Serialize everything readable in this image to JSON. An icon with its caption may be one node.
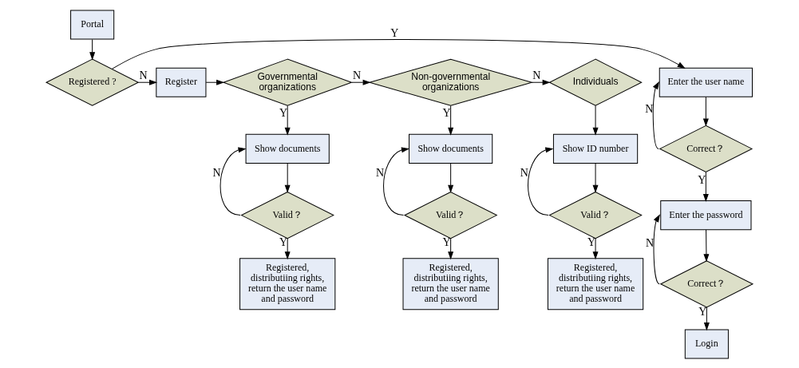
{
  "diagram": {
    "nodes": [
      {
        "text": [
          "Portal"
        ]
      },
      {
        "text": [
          "Registered ?"
        ]
      },
      {
        "text": [
          "Enter the user name"
        ]
      },
      {
        "text": [
          "Correct？"
        ]
      },
      {
        "text": [
          "Enter the password"
        ]
      },
      {
        "text": [
          "Correct？"
        ]
      },
      {
        "text": [
          "Login"
        ]
      },
      {
        "text": [
          "Register"
        ]
      },
      {
        "text": [
          "Governmental organizations"
        ]
      },
      {
        "text": [
          "Non-governmental organizations"
        ]
      },
      {
        "text": [
          "Individuals"
        ]
      },
      {
        "text": [
          "Show documents"
        ]
      },
      {
        "text": [
          "Valid？"
        ]
      },
      {
        "text": [
          "Registered, distributiing rights, return the user name and password"
        ]
      },
      {
        "text": [
          "Show documents"
        ]
      },
      {
        "text": [
          "Valid？"
        ]
      },
      {
        "text": [
          "Registered, distributiing rights, return the user name and password"
        ]
      },
      {
        "text": [
          "Show ID number"
        ]
      },
      {
        "text": [
          "Valid？"
        ]
      },
      {
        "text": [
          "Registered, distributiing rights, return the user name and password"
        ]
      }
    ],
    "edges": [
      {
        "from": 0,
        "to": 1,
        "arrow": "to"
      },
      {
        "from": 1,
        "to": 2,
        "arrow": "to",
        "label": "Y"
      },
      {
        "from": 1,
        "to": 7,
        "arrow": "to",
        "label": "N"
      },
      {
        "from": 2,
        "to": 3,
        "arrow": "to"
      },
      {
        "from": 3,
        "to": 2,
        "arrow": "to",
        "label": "N"
      },
      {
        "from": 3,
        "to": 4,
        "arrow": "to",
        "label": "Y"
      },
      {
        "from": 4,
        "to": 5,
        "arrow": "to"
      },
      {
        "from": 5,
        "to": 4,
        "arrow": "to",
        "label": "N"
      },
      {
        "from": 5,
        "to": 6,
        "arrow": "to",
        "label": "Y"
      },
      {
        "from": 7,
        "to": 8,
        "arrow": "to"
      },
      {
        "from": 8,
        "to": 9,
        "arrow": "to",
        "label": "N"
      },
      {
        "from": 9,
        "to": 10,
        "arrow": "to",
        "label": "N"
      },
      {
        "from": 8,
        "to": 11,
        "arrow": "to",
        "label": "Y"
      },
      {
        "from": 11,
        "to": 12,
        "arrow": "to"
      },
      {
        "from": 12,
        "to": 11,
        "arrow": "to",
        "label": "N"
      },
      {
        "from": 12,
        "to": 13,
        "arrow": "to",
        "label": "Y"
      },
      {
        "from": 9,
        "to": 14,
        "arrow": "to",
        "label": "Y"
      },
      {
        "from": 14,
        "to": 15,
        "arrow": "to"
      },
      {
        "from": 15,
        "to": 14,
        "arrow": "to",
        "label": "N"
      },
      {
        "from": 15,
        "to": 16,
        "arrow": "to",
        "label": "Y"
      },
      {
        "from": 10,
        "to": 17,
        "arrow": "to"
      },
      {
        "from": 17,
        "to": 18,
        "arrow": "to"
      },
      {
        "from": 18,
        "to": 17,
        "arrow": "to",
        "label": "N"
      },
      {
        "from": 18,
        "to": 19,
        "arrow": "to",
        "label": "Y"
      }
    ]
  }
}
